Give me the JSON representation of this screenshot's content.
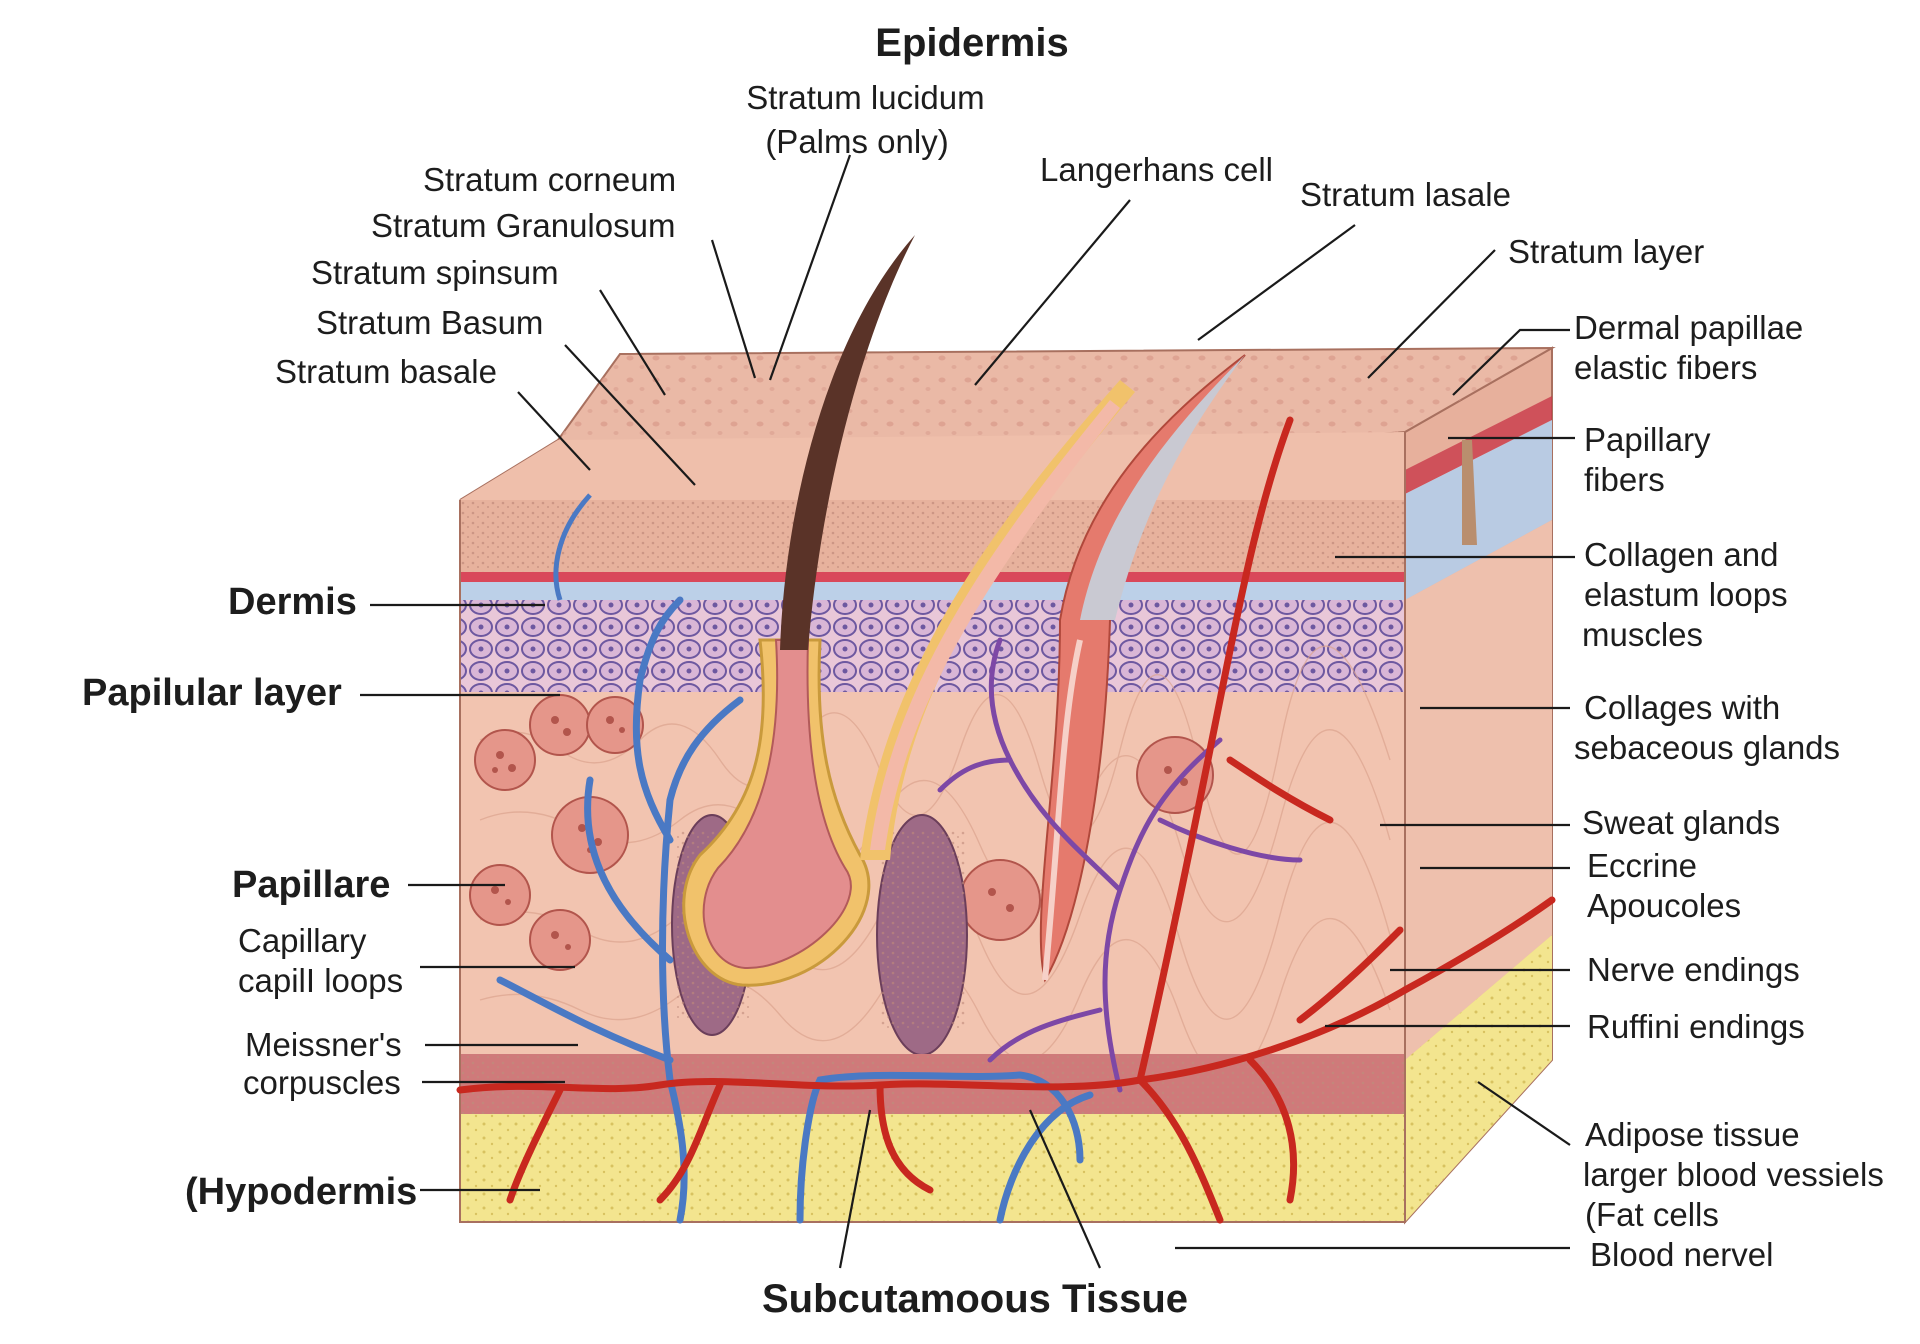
{
  "title": "Epidermis",
  "bottom_title": "Subcutamoous Tissue",
  "labels_top": {
    "stratum_lucidum": [
      "Stratum lucidum",
      "(Palms only)"
    ],
    "stratum_corneum": "Stratum corneum",
    "stratum_granulosum": "Stratum Granulosum",
    "stratum_spinsum": "Stratum spinsum",
    "stratum_basum": "Stratum Basum",
    "stratum_basale": "Stratum basale",
    "langerhans_cell": "Langerhans cell",
    "stratum_lasale": "Stratum lasale",
    "stratum_layer": "Stratum layer"
  },
  "labels_left": {
    "dermis": "Dermis",
    "papilular_layer": "Papilular layer",
    "papillare": "Papillare",
    "capillary_loops": [
      "Capillary",
      "capilI loops"
    ],
    "meissners_corpuscles": [
      "Meissner's",
      "corpuscles"
    ],
    "hypodermis": "(Hypodermis"
  },
  "labels_right": {
    "dermal_papillae": [
      "Dermal papillae",
      "elastic fibers"
    ],
    "papillary_fibers": [
      "Papillary",
      "fibers"
    ],
    "collagen_elastum": [
      "Collagen and",
      "elastum loops",
      "muscles"
    ],
    "collages_sebaceous": [
      "Collages with",
      "sebaceous glands"
    ],
    "sweat_glands": "Sweat glands",
    "eccrine_apoucoles": [
      "Eccrine",
      "Apoucoles"
    ],
    "nerve_endings": "Nerve endings",
    "ruffini_endings": "Ruffini endings",
    "adipose_tissue": [
      "Adipose tissue",
      "larger blood vessiels",
      "(Fat cells"
    ],
    "blood_nervel": "Blood nervel"
  },
  "colors": {
    "epidermis_top": "#eab9a6",
    "epidermis_front": "#f0c3b0",
    "dermis": "#f2c4b0",
    "adipose": "#f3e58f",
    "artery": "#c8281f",
    "vein": "#4a79c4",
    "nerve": "#7d48a6",
    "hair": "#5a3328"
  }
}
